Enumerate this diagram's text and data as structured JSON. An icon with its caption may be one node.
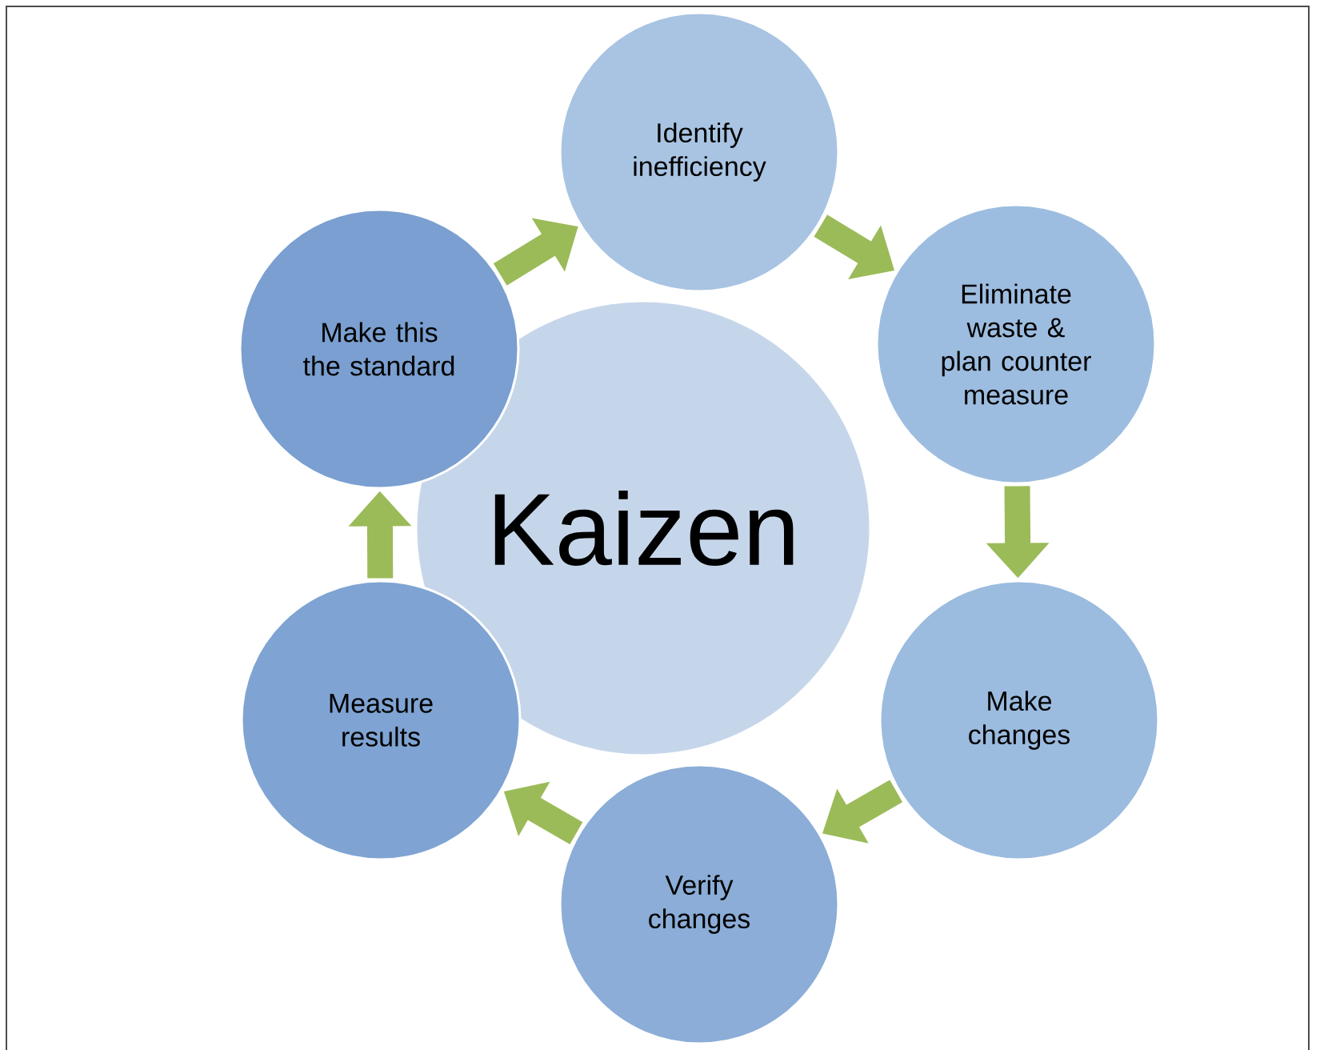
{
  "diagram": {
    "nodes": [
      {
        "text": [
          "Kaizen"
        ]
      },
      {
        "text": [
          "Identify inefficiency"
        ]
      },
      {
        "text": [
          "Eliminate waste & plan counter measure"
        ]
      },
      {
        "text": [
          "Make changes"
        ]
      },
      {
        "text": [
          "Verify changes"
        ]
      },
      {
        "text": [
          "Measure results"
        ]
      },
      {
        "text": [
          "Make this the standard"
        ]
      }
    ],
    "edges": [
      {
        "from": 1,
        "to": 2,
        "arrow": "to"
      },
      {
        "from": 2,
        "to": 3,
        "arrow": "to"
      },
      {
        "from": 3,
        "to": 4,
        "arrow": "to"
      },
      {
        "from": 4,
        "to": 5,
        "arrow": "to"
      },
      {
        "from": 5,
        "to": 6,
        "arrow": "to"
      },
      {
        "from": 6,
        "to": 1,
        "arrow": "to"
      }
    ]
  }
}
